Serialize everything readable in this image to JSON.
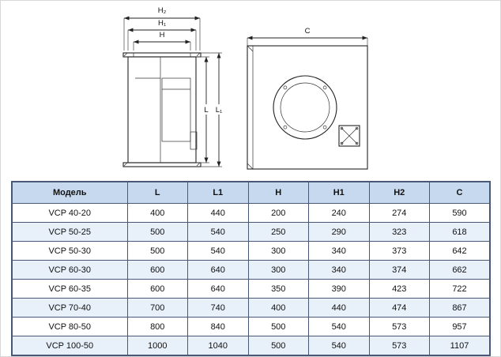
{
  "diagram": {
    "dim_h2": "H₂",
    "dim_h1": "H₁",
    "dim_h": "H",
    "dim_l": "L",
    "dim_l1": "L₁",
    "dim_c": "C"
  },
  "table": {
    "headers": [
      "Модель",
      "L",
      "L1",
      "H",
      "H1",
      "H2",
      "C"
    ],
    "rows": [
      [
        "VCP 40-20",
        "400",
        "440",
        "200",
        "240",
        "274",
        "590"
      ],
      [
        "VCP 50-25",
        "500",
        "540",
        "250",
        "290",
        "323",
        "618"
      ],
      [
        "VCP 50-30",
        "500",
        "540",
        "300",
        "340",
        "373",
        "642"
      ],
      [
        "VCP 60-30",
        "600",
        "640",
        "300",
        "340",
        "374",
        "662"
      ],
      [
        "VCP 60-35",
        "600",
        "640",
        "350",
        "390",
        "423",
        "722"
      ],
      [
        "VCP 70-40",
        "700",
        "740",
        "400",
        "440",
        "474",
        "867"
      ],
      [
        "VCP 80-50",
        "800",
        "840",
        "500",
        "540",
        "573",
        "957"
      ],
      [
        "VCP 100-50",
        "1000",
        "1040",
        "500",
        "540",
        "573",
        "1107"
      ]
    ]
  },
  "colors": {
    "header_bg": "#c7d9ee",
    "alt_row_bg": "#e8f0f9",
    "table_border": "#4a5878",
    "line_color": "#222222"
  }
}
